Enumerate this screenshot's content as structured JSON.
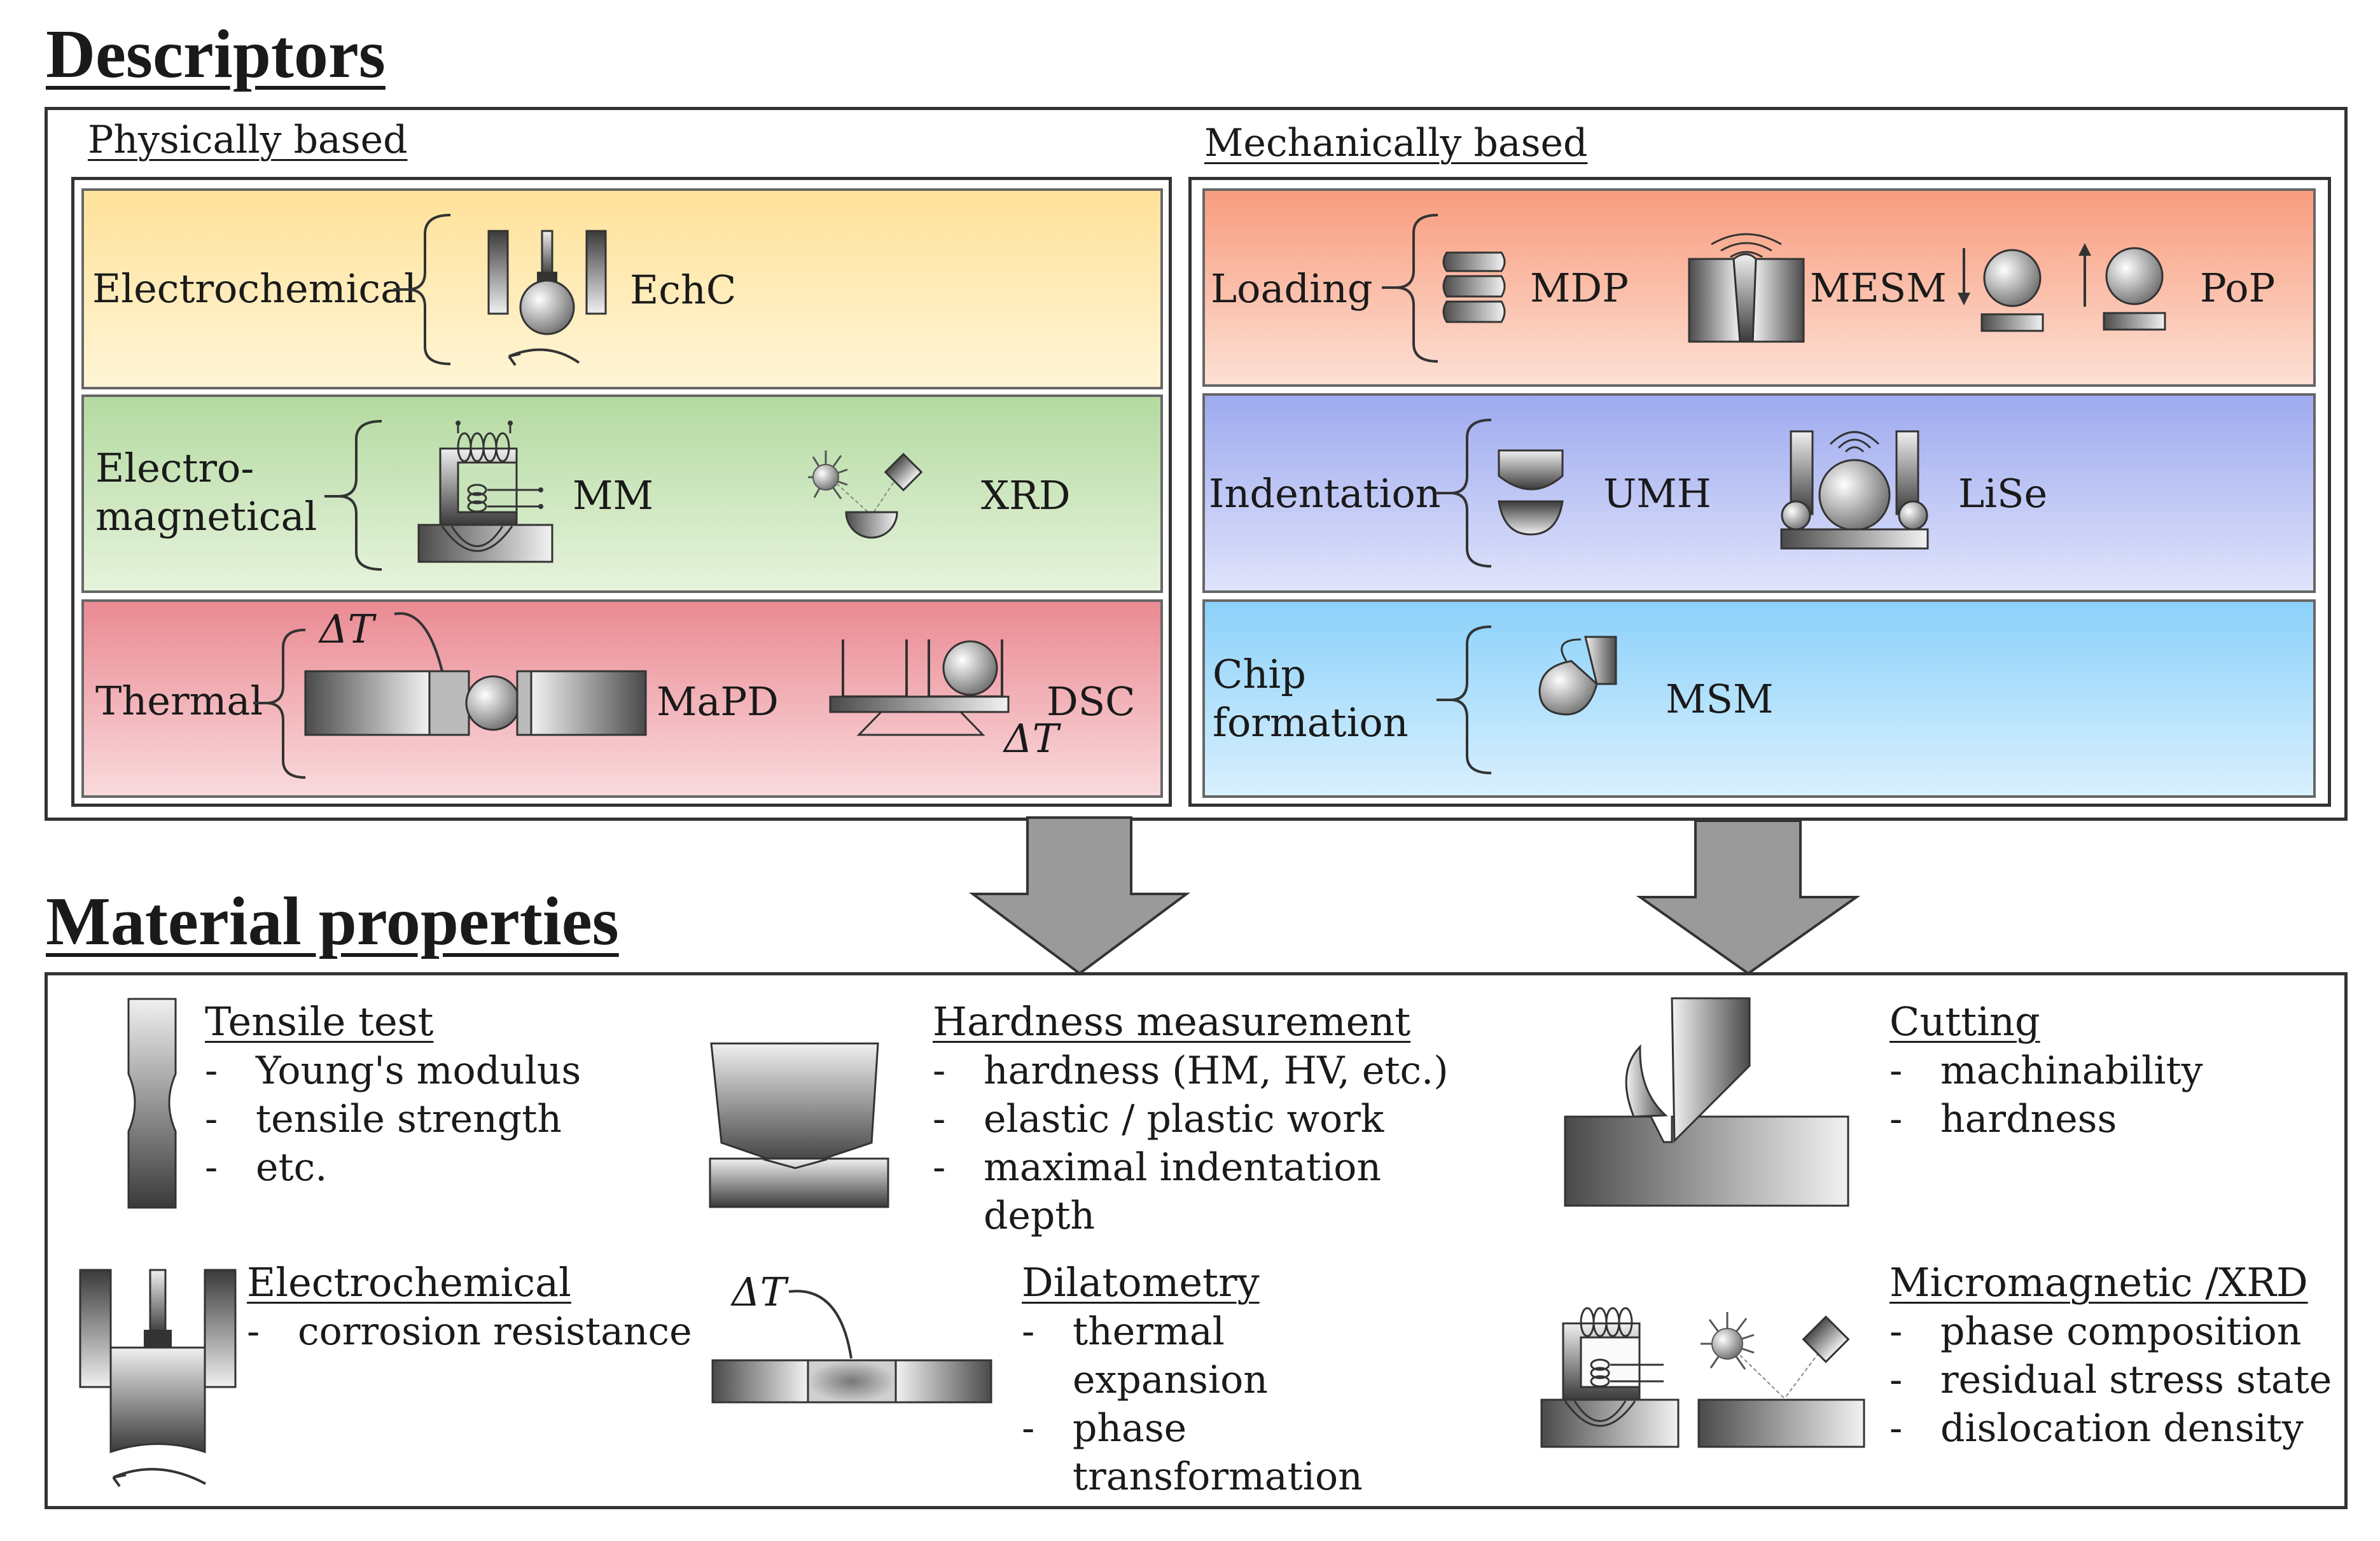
{
  "descriptors": {
    "title": "Descriptors",
    "physical": {
      "title": "Physically based",
      "rows": [
        {
          "label": "Electrochemical",
          "methods": [
            "EchC"
          ]
        },
        {
          "label_lines": [
            "Electro-",
            "magnetical"
          ],
          "methods": [
            "MM",
            "XRD"
          ]
        },
        {
          "label": "Thermal",
          "methods": [
            "MaPD",
            "DSC"
          ],
          "delta_t": "ΔT"
        }
      ]
    },
    "mechanical": {
      "title": "Mechanically based",
      "rows": [
        {
          "label": "Loading",
          "methods": [
            "MDP",
            "MESM",
            "PoP"
          ]
        },
        {
          "label": "Indentation",
          "methods": [
            "UMH",
            "LiSe"
          ]
        },
        {
          "label_lines": [
            "Chip",
            "formation"
          ],
          "methods": [
            "MSM"
          ]
        }
      ]
    }
  },
  "properties": {
    "title": "Material properties",
    "groups": [
      {
        "title": "Tensile test",
        "items": [
          "Young's modulus",
          "tensile strength",
          "etc."
        ]
      },
      {
        "title": "Hardness measurement",
        "items": [
          "hardness (HM, HV, etc.)",
          "elastic / plastic work",
          "maximal indentation depth"
        ]
      },
      {
        "title": "Cutting",
        "items": [
          "machinability",
          "hardness"
        ]
      },
      {
        "title": "Electrochemical",
        "items": [
          "corrosion resistance"
        ]
      },
      {
        "title": "Dilatometry",
        "items": [
          "thermal expansion",
          "phase transformation"
        ]
      },
      {
        "title": "Micromagnetic /XRD",
        "items": [
          "phase composition",
          "residual stress state",
          "dislocation density"
        ]
      }
    ],
    "delta_t": "ΔT"
  },
  "colors": {
    "electrochemical": "#ffe9a6",
    "electromagnetical": "#c4e3b3",
    "thermal": "#efa3a8",
    "loading": "#f9b29a",
    "indentation": "#b6bff0",
    "chip_formation": "#a7dcf8",
    "arrow": "#9a9a9a"
  }
}
